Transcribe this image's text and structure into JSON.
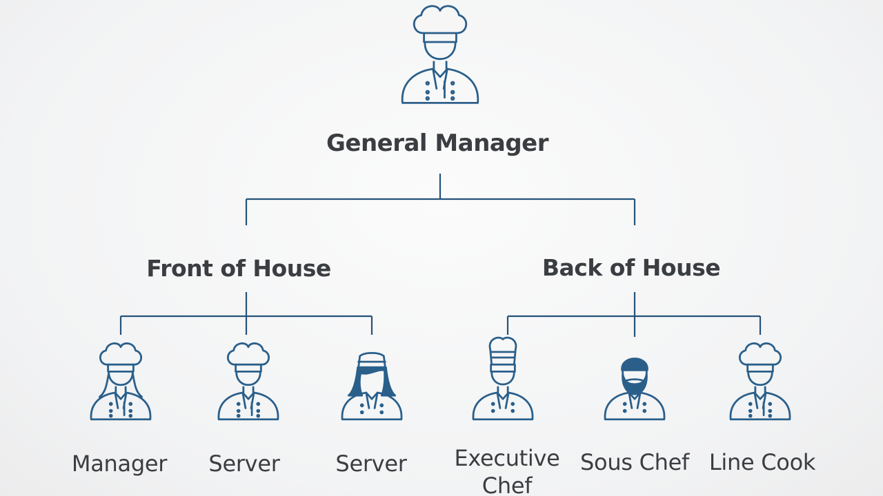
{
  "colors": {
    "line": "#24527a",
    "icon": "#2a5f8a",
    "text": "#3a3d41",
    "background": "#f3f4f5"
  },
  "top": {
    "title": "General Manager",
    "icon": "chef-icon"
  },
  "departments": [
    {
      "label": "Front of House"
    },
    {
      "label": "Back of House"
    }
  ],
  "roles": [
    {
      "label": "Manager",
      "icon": "female-chef-icon"
    },
    {
      "label": "Server",
      "icon": "chef-icon"
    },
    {
      "label": "Server",
      "icon": "server-female-icon"
    },
    {
      "label": "Executive Chef",
      "icon": "tall-toque-chef-icon"
    },
    {
      "label": "Sous Chef",
      "icon": "bearded-chef-icon"
    },
    {
      "label": "Line Cook",
      "icon": "chef-icon"
    }
  ]
}
